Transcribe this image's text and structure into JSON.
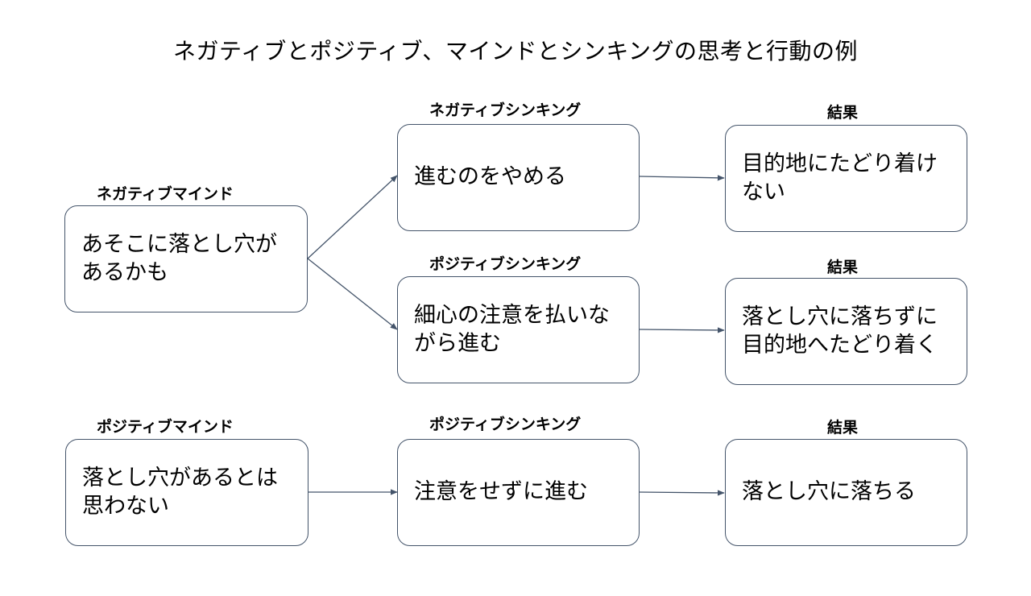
{
  "title": "ネガティブとポジティブ、マインドとシンキングの思考と行動の例",
  "rows": [
    {
      "mind": {
        "heading": "ネガティブマインド",
        "text": "あそこに落とし穴があるかも"
      },
      "thinking": {
        "heading": "ネガティブシンキング",
        "text": "進むのをやめる"
      },
      "result": {
        "heading": "結果",
        "text": "目的地にたどり着けない"
      }
    },
    {
      "thinking": {
        "heading": "ポジティブシンキング",
        "text": "細心の注意を払いながら進む"
      },
      "result": {
        "heading": "結果",
        "text": "落とし穴に落ちずに目的地へたどり着く"
      }
    },
    {
      "mind": {
        "heading": "ポジティブマインド",
        "text": "落とし穴があるとは思わない"
      },
      "thinking": {
        "heading": "ポジティブシンキング",
        "text": "注意をせずに進む"
      },
      "result": {
        "heading": "結果",
        "text": "落とし穴に落ちる"
      }
    }
  ]
}
